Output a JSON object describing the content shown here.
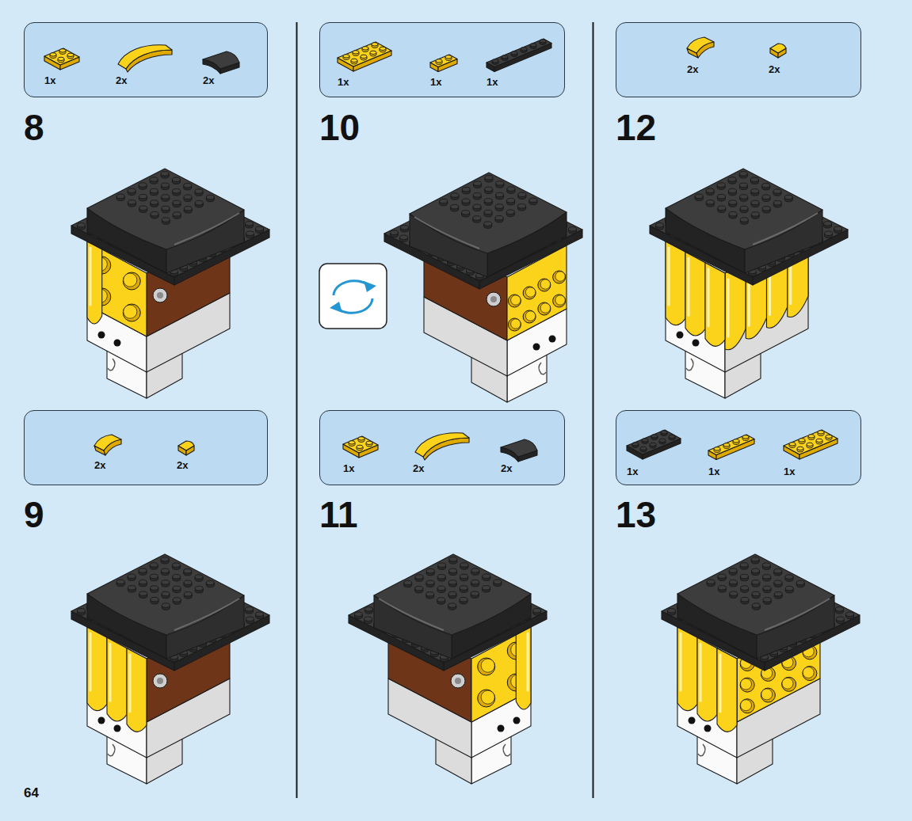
{
  "diagram": {
    "nodes": [
      {
        "text": [
          "1x",
          "2x",
          "2x"
        ]
      },
      {
        "text": [
          "2x",
          "2x"
        ]
      },
      {
        "text": [
          "1x",
          "1x",
          "1x"
        ]
      },
      {
        "text": [
          "1x",
          "2x",
          "2x"
        ]
      },
      {
        "text": [
          "2x",
          "2x"
        ]
      },
      {
        "text": [
          "1x",
          "1x",
          "1x"
        ]
      }
    ],
    "labels": [
      "8",
      "9",
      "10",
      "11",
      "12",
      "13",
      "64"
    ]
  }
}
